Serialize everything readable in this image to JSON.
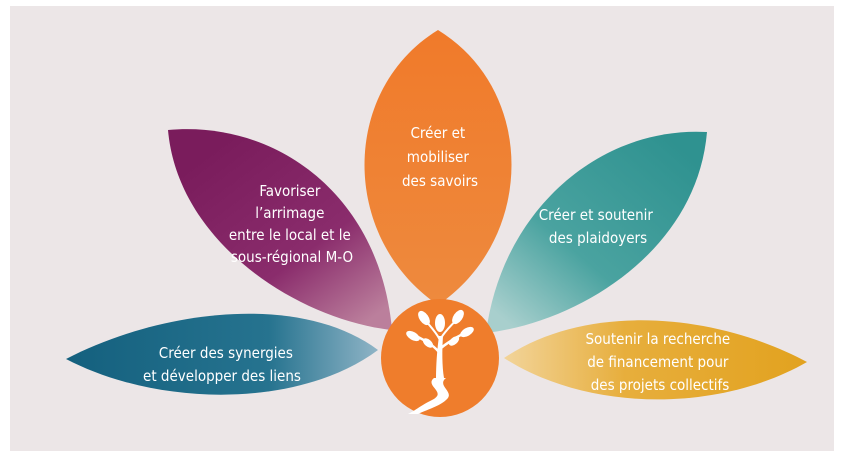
{
  "colors": {
    "background": "#ece6e7",
    "orange": "#ef7d2c",
    "purple": "#7f2060",
    "teal": "#3a9a98",
    "blue": "#1d6f8c",
    "gold": "#e3a62a",
    "center": "#ef7d2c"
  },
  "center": {
    "icon": "tree-with-path-icon"
  },
  "petals": [
    {
      "id": "savoirs",
      "lines": [
        "Créer et",
        "mobiliser",
        "des savoirs"
      ]
    },
    {
      "id": "arrimage",
      "lines": [
        "Favoriser",
        "l’arrimage",
        "entre le local et le",
        "sous-régional M-O"
      ]
    },
    {
      "id": "plaidoyers",
      "lines": [
        "Créer et soutenir",
        "des plaidoyers"
      ]
    },
    {
      "id": "synergies",
      "lines": [
        "Créer des synergies",
        "et développer des liens"
      ]
    },
    {
      "id": "financement",
      "lines": [
        "Soutenir la recherche",
        "de financement pour",
        "des projets collectifs"
      ]
    }
  ]
}
